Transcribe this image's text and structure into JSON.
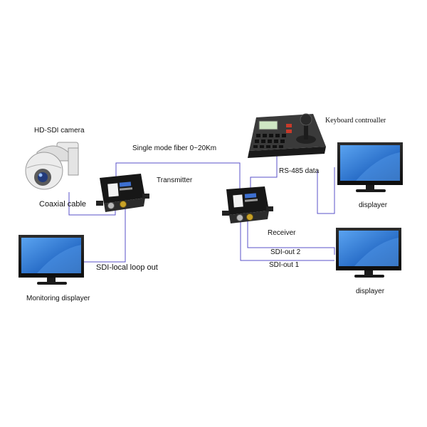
{
  "labels": {
    "camera": "HD-SDI camera",
    "coaxial": "Coaxial cable",
    "fiber": "Single mode fiber 0~20Km",
    "transmitter": "Transmitter",
    "keyboard": "Keyboard controaller",
    "rs485": "RS-485 data",
    "displayer_top": "displayer",
    "receiver": "Receiver",
    "sdi_out2": "SDI-out 2",
    "sdi_out1": "SDI-out 1",
    "displayer_bottom": "displayer",
    "loop_out": "SDI-local loop out",
    "monitor": "Monitoring displayer"
  },
  "colors": {
    "line": "#5a50c8",
    "device": "#1b1b1b",
    "screen": "#2a6fc9",
    "bnc_gold": "#c9a227",
    "bnc_silver": "#b8b8b8"
  },
  "icons": [
    "camera-icon",
    "transmitter-icon",
    "keyboard-controller-icon",
    "receiver-icon",
    "monitor-icon"
  ]
}
